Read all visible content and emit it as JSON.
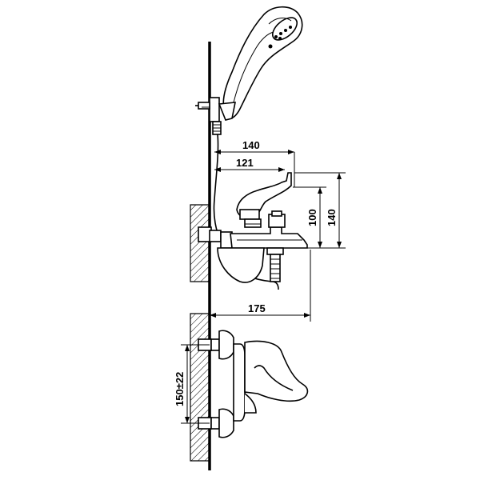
{
  "dimensions": {
    "shower_head_reach": "140",
    "spout_reach": "121",
    "height_lever": "100",
    "height_total": "140",
    "spout_projection": "175",
    "inlet_spacing": "150±22"
  }
}
